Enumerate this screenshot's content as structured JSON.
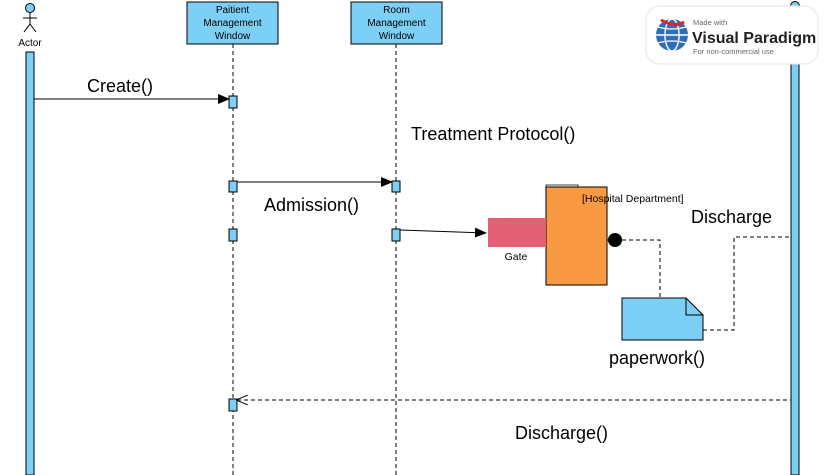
{
  "lifelines": {
    "actor": {
      "label": "Actor"
    },
    "patient_window": {
      "label_lines": [
        "Paitient",
        "Management",
        "Window"
      ]
    },
    "room_window": {
      "label_lines": [
        "Room",
        "Management",
        "Window"
      ]
    }
  },
  "messages": {
    "create": "Create()",
    "treatment_protocol": "Treatment Protocol()",
    "admission": "Admission()",
    "discharge_label": "Discharge",
    "paperwork": "paperwork()",
    "discharge_return": "Discharge()"
  },
  "component": {
    "stereotype": "[Hospital Department]",
    "port_label": "Gate"
  },
  "watermark": {
    "line1": "Made with",
    "line2": "Visual Paradigm",
    "line3": "For non-commercial use"
  },
  "colors": {
    "lifeline_fill": "#7ccff5",
    "component_fill": "#f99a42",
    "port_fill": "#e35f73",
    "note_fill": "#7ccff5",
    "brand_red": "#d9262b"
  }
}
